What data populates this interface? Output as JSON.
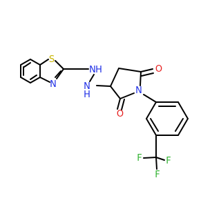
{
  "colors": {
    "background": "#ffffff",
    "bond": "#000000",
    "nitrogen": "#1f2fe6",
    "oxygen": "#e61e1e",
    "sulfur": "#c8b400",
    "fluorine": "#33b333"
  },
  "atoms": {
    "s1": "S",
    "n_thiazole": "N",
    "nh_a": "N",
    "h_a": "H",
    "nh_b": "N",
    "h_b": "H",
    "n_imide": "N",
    "o_top": "O",
    "o_bottom": "O",
    "f1": "F",
    "f2": "F",
    "f3": "F"
  }
}
